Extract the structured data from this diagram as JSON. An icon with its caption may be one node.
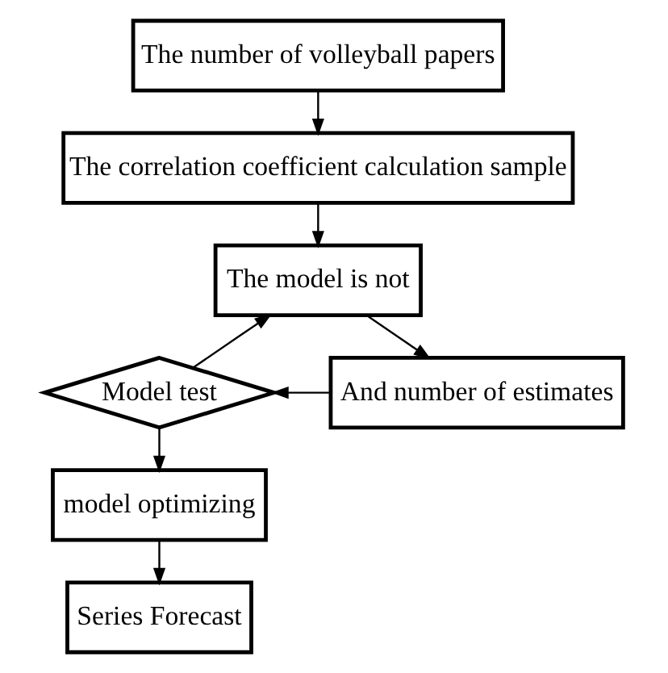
{
  "diagram": {
    "nodes": [
      {
        "text": [
          "The number of volleyball papers"
        ]
      },
      {
        "text": [
          "The correlation coefficient calculation sample"
        ]
      },
      {
        "text": [
          "The model is not"
        ]
      },
      {
        "text": [
          "And number of estimates"
        ]
      },
      {
        "text": [
          "Model test"
        ]
      },
      {
        "text": [
          "model optimizing"
        ]
      },
      {
        "text": [
          "Series Forecast"
        ]
      }
    ],
    "edges": [
      {
        "from": 0,
        "to": 1,
        "arrow": "to"
      },
      {
        "from": 1,
        "to": 2,
        "arrow": "to"
      },
      {
        "from": 2,
        "to": 3,
        "arrow": "to"
      },
      {
        "from": 3,
        "to": 4,
        "arrow": "to"
      },
      {
        "from": 4,
        "to": 2,
        "arrow": "to"
      },
      {
        "from": 4,
        "to": 5,
        "arrow": "to"
      },
      {
        "from": 5,
        "to": 6,
        "arrow": "to"
      }
    ]
  }
}
